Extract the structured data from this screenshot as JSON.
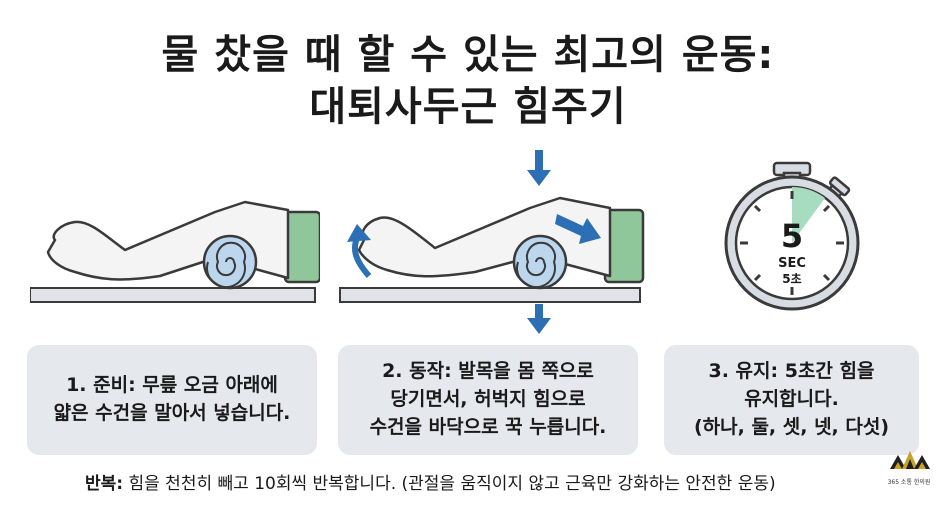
{
  "title": {
    "line1": "물 찼을 때 할 수 있는 최고의 운동:",
    "line2": "대퇴사두근 힘주기"
  },
  "timer": {
    "number": "5",
    "unit": "SEC",
    "unit_ko": "5초"
  },
  "steps": [
    {
      "lines": [
        "1. 준비: 무릎 오금 아래에",
        "얇은 수건을 말아서 넣습니다."
      ]
    },
    {
      "lines": [
        "2. 동작: 발목을 몸 쪽으로",
        "당기면서, 허벅지 힘으로",
        "수건을 바닥으로 꾹 누릅니다."
      ]
    },
    {
      "lines": [
        "3. 유지: 5초간 힘을",
        "유지합니다.",
        "(하나, 둘, 셋, 넷, 다섯)"
      ]
    }
  ],
  "footer": {
    "label": "반복:",
    "text": " 힘을 천천히 빼고 10회씩 반복합니다. (관절을 움직이지 않고 근육만 강화하는 안전한 운동)"
  },
  "logo": {
    "text": "365 소통 한의원"
  },
  "colors": {
    "arrow": "#2d6fb4",
    "towel": "#bcd6ee",
    "shorts": "#8fc79a",
    "card": "#e5e8ec",
    "timer_wedge": "#a8dcc0"
  }
}
